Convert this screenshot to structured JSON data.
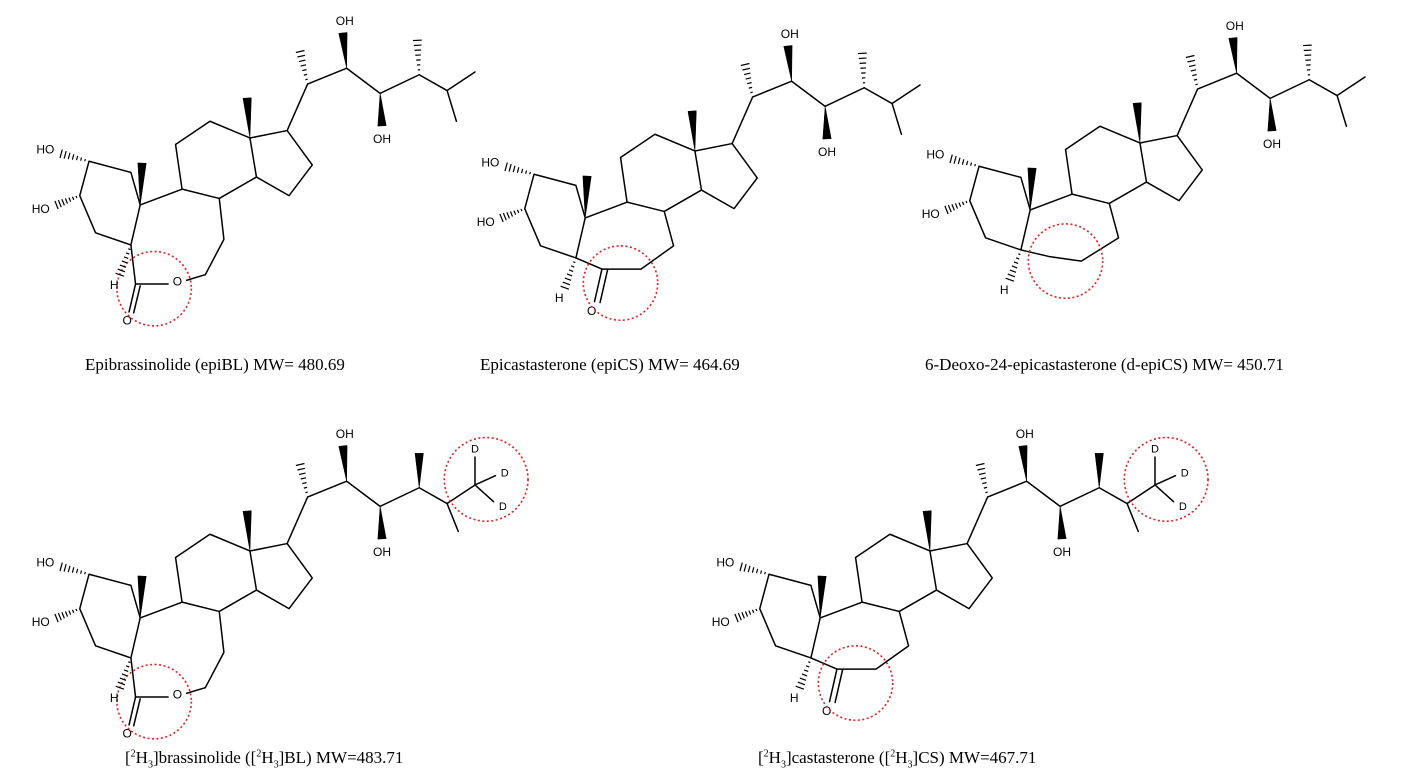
{
  "molecules": [
    {
      "id": "epiBL",
      "caption": "Epibrassinolide (epiBL) MW= 480.69",
      "ring": "lactone",
      "side": "plain"
    },
    {
      "id": "epiCS",
      "caption": "Epicastasterone (epiCS) MW= 464.69",
      "ring": "ketone",
      "side": "plain"
    },
    {
      "id": "d-epiCS",
      "caption": "6-Deoxo-24-epicastasterone (d-epiCS) MW= 450.71",
      "ring": "deoxo",
      "side": "plain"
    },
    {
      "id": "d3-BL",
      "caption_parts": {
        "open": "[",
        "sup": "2",
        "mid": "H",
        "sub": "3",
        "close": "]brassinolide ([",
        "sup2": "2",
        "mid2": "H",
        "sub2": "3",
        "tail": "]BL) MW=483.71"
      },
      "ring": "lactone",
      "side": "deuterated"
    },
    {
      "id": "d3-CS",
      "caption_parts": {
        "open": "[",
        "sup": "2",
        "mid": "H",
        "sub": "3",
        "close": "]castasterone ([",
        "sup2": "2",
        "mid2": "H",
        "sub2": "3",
        "tail": "]CS) MW=467.71"
      },
      "ring": "ketone",
      "side": "deuterated"
    }
  ],
  "atoms": {
    "hydroxyl": "HO",
    "hydroxyl_r": "OH",
    "hydrogen": "H",
    "oxygen": "O",
    "deuterium": "D"
  },
  "colors": {
    "highlight": "#e02020",
    "bond": "#000000"
  }
}
